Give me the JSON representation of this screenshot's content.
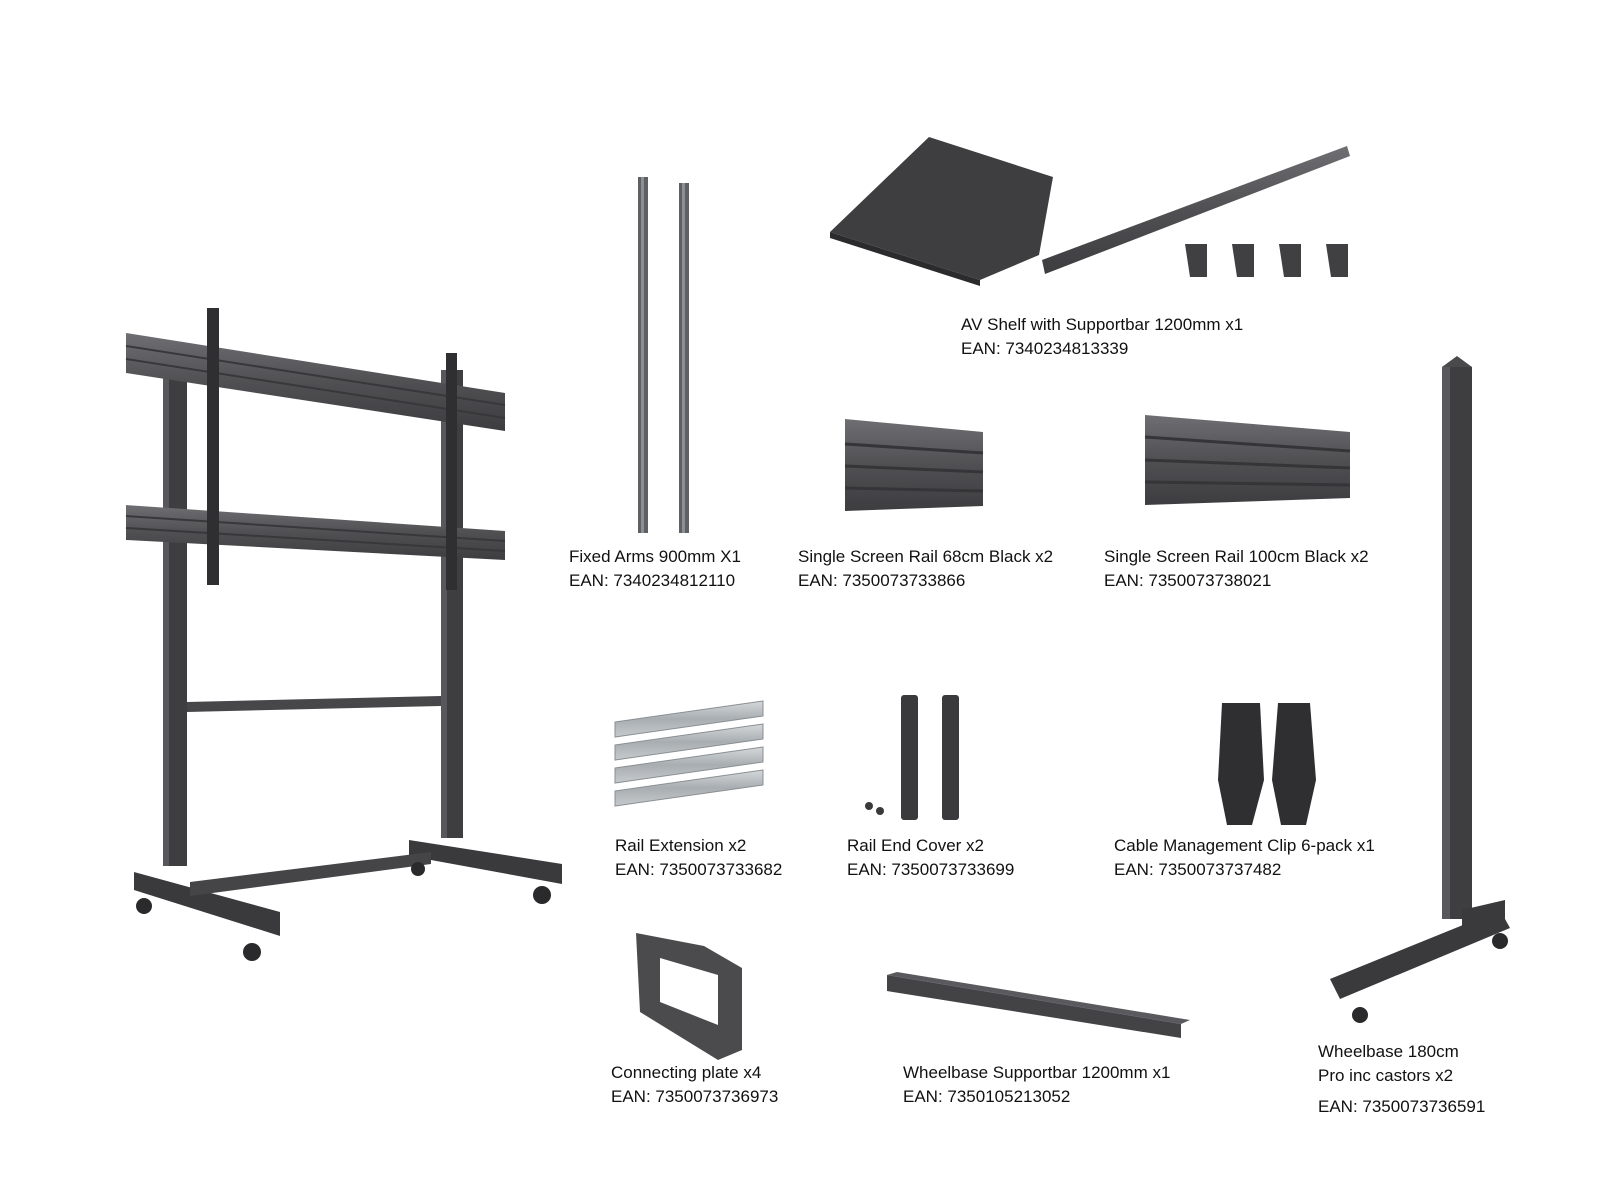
{
  "colors": {
    "steel_dark": "#3c3c3e",
    "steel_mid": "#555558",
    "steel_light": "#6c6c70",
    "aluminium": "#b9bec2",
    "text": "#111111"
  },
  "items": [
    {
      "name": "Fixed Arms 900mm  X1",
      "ean": "EAN: 7340234812110"
    },
    {
      "name": "AV Shelf with Supportbar 1200mm x1",
      "ean": "EAN: 7340234813339"
    },
    {
      "name": "Single Screen Rail 68cm Black x2",
      "ean": "EAN: 7350073733866"
    },
    {
      "name": "Single Screen Rail 100cm Black x2",
      "ean": "EAN: 7350073738021"
    },
    {
      "name": "Rail Extension x2",
      "ean": "EAN: 7350073733682"
    },
    {
      "name": "Rail End Cover x2",
      "ean": "EAN: 7350073733699"
    },
    {
      "name": "Cable Management Clip 6-pack x1",
      "ean": "EAN: 7350073737482"
    },
    {
      "name": "Connecting plate x4",
      "ean": "EAN: 7350073736973"
    },
    {
      "name": "Wheelbase Supportbar 1200mm x1",
      "ean": "EAN: 7350105213052"
    },
    {
      "name_line1": "Wheelbase 180cm",
      "name_line2": "Pro inc castors x2",
      "ean": "EAN: 7350073736591"
    }
  ]
}
